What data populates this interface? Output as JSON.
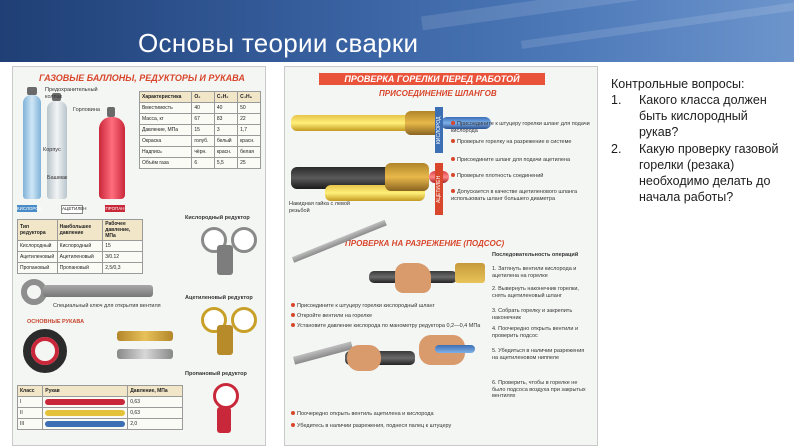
{
  "slide": {
    "title": "Основы теории сварки"
  },
  "poster_left": {
    "title": "ГАЗОВЫЕ БАЛЛОНЫ, РЕДУКТОРЫ И РУКАВА",
    "cylinder_labels": [
      "КИСЛОРОД",
      "АЦЕТИЛЕН",
      "ПРОПАН"
    ],
    "table_headers": [
      "Тип редуктора",
      "Наибольшее давление",
      "Рабочее давление, МПа"
    ],
    "table_rows": [
      [
        "Кислородный",
        "Кислородный",
        "15"
      ],
      [
        "Ацетиленовый",
        "Ацетиленовый",
        "3/0.12"
      ],
      [
        "Пропановый",
        "Пропановый",
        "2,5/0,3"
      ]
    ],
    "reducer_labels": [
      "Кислородный редуктор",
      "Ацетиленовый редуктор",
      "Пропановый редуктор"
    ],
    "hose_headers": [
      "Класс",
      "Рукав",
      "Давление, МПа"
    ],
    "hose_rows": [
      [
        "I",
        "",
        "0,63"
      ],
      [
        "II",
        "",
        "0,63"
      ],
      [
        "III",
        "",
        "2,0"
      ]
    ],
    "hose_section_label": "ОСНОВНЫЕ РУКАВА"
  },
  "poster_center": {
    "title": "ПРОВЕРКА ГОРЕЛКИ ПЕРЕД РАБОТОЙ",
    "subtitle": "ПРИСОЕДИНЕНИЕ ШЛАНГОВ",
    "second_title": "ПРОВЕРКА НА РАЗРЕЖЕНИЕ (ПОДСОС)",
    "side_labels": [
      "КИСЛОРОД",
      "АЦЕТИЛЕН"
    ]
  },
  "questions": {
    "heading": "Контрольные вопросы:",
    "items": [
      {
        "num": "1.",
        "text": "Какого класса должен быть кислородный рукав?"
      },
      {
        "num": "2.",
        "text": "Какую проверку газовой горелки (резака) необходимо делать до начала работы?"
      }
    ]
  }
}
